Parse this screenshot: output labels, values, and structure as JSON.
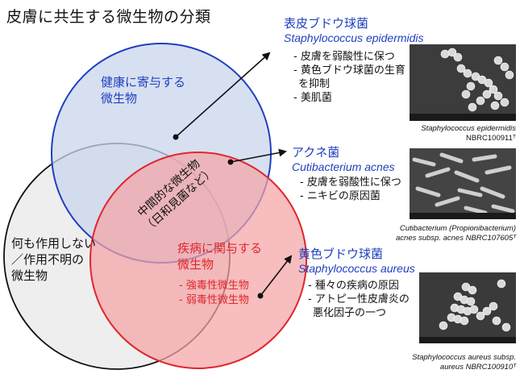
{
  "title": "皮膚に共生する微生物の分類",
  "venn": {
    "blue_label_1": "健康に寄与する",
    "blue_label_2": "微生物",
    "black_label_1": "何も作用しない",
    "black_label_2": "／作用不明の",
    "black_label_3": "微生物",
    "middle_label_1": "中間的な微生物",
    "middle_label_2": "（日和見菌など）",
    "red_label_1": "疾病に関与する",
    "red_label_2": "微生物",
    "red_item_1": "- 強毒性微生物",
    "red_item_2": "- 弱毒性微生物"
  },
  "bacteria": [
    {
      "name": "表皮ブドウ球菌",
      "latin": "Staphylococcus epidermidis",
      "notes": [
        "- 皮膚を弱酸性に保つ",
        "- 黄色ブドウ球菌の生育",
        "を抑制",
        "- 美肌菌"
      ],
      "caption_1": "Staphylococcus epidermidis",
      "caption_2": "NBRC100911ᵀ"
    },
    {
      "name": "アクネ菌",
      "latin": "Cutibacterium acnes",
      "notes": [
        "- 皮膚を弱酸性に保つ",
        "- ニキビの原因菌"
      ],
      "caption_1": "Cutibacterium (Propionibacterium)",
      "caption_2": "acnes subsp. acnes NBRC107605ᵀ"
    },
    {
      "name": "黄色ブドウ球菌",
      "latin": "Staphylococcus aureus",
      "notes": [
        "- 種々の疾病の原因",
        "- アトピー性皮膚炎の",
        "悪化因子の一つ"
      ],
      "caption_1": "Staphylococcus aureus subsp.",
      "caption_2": "aureus NBRC100910ᵀ"
    }
  ],
  "colors": {
    "blue": "#1f3fbf",
    "red": "#e0262a",
    "blue_fill": "#c9d6ec",
    "red_fill": "#f4a3a6",
    "grey_fill": "#ececec"
  }
}
